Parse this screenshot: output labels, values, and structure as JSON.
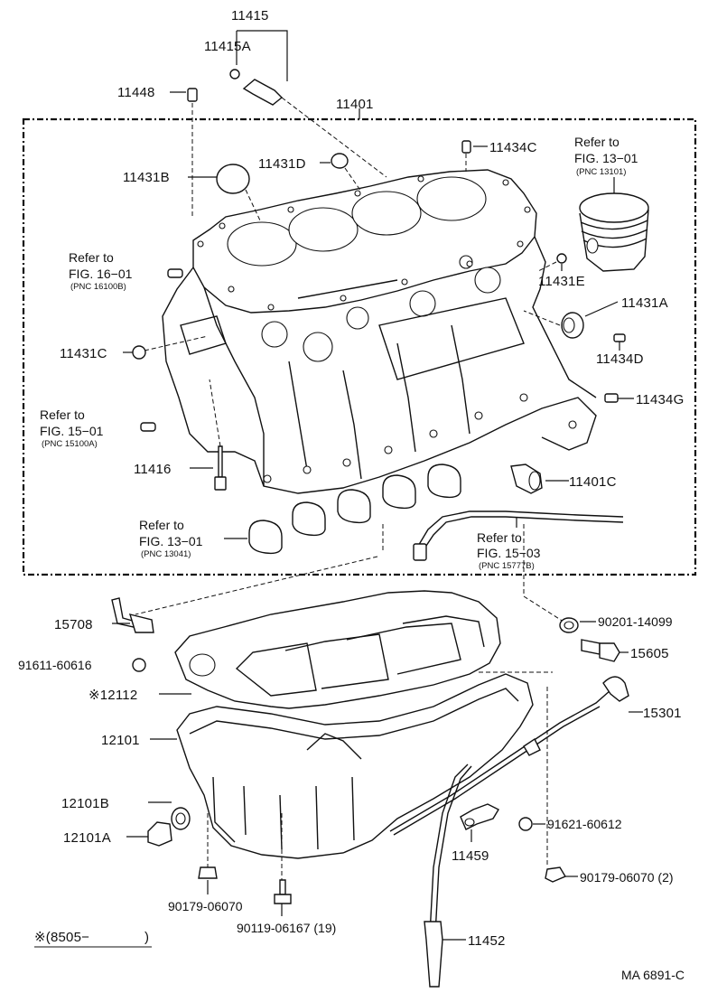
{
  "diagram": {
    "code": "MA 6891-C",
    "footnote": "※(8505−",
    "footnote_close": ")",
    "labels": {
      "p11415": "11415",
      "p11415A": "11415A",
      "p11448": "11448",
      "p11401": "11401",
      "p11431B": "11431B",
      "p11431D": "11431D",
      "p11434C": "11434C",
      "p11431E": "11431E",
      "p11431A": "11431A",
      "p11431C": "11431C",
      "p11434D": "11434D",
      "p11434G": "11434G",
      "p11416": "11416",
      "p11401C": "11401C",
      "p15708": "15708",
      "p91611": "91611-60616",
      "p90201": "90201-14099",
      "p15605": "15605",
      "p12112": "※12112",
      "p15301": "15301",
      "p12101": "12101",
      "p12101B": "12101B",
      "p12101A": "12101A",
      "p91621": "91621-60612",
      "p11459": "11459",
      "p90179a": "90179-06070",
      "p90179b": "90179-06070 (2)",
      "p90119": "90119-06167 (19)",
      "p11452": "11452"
    },
    "refs": {
      "r1301a": {
        "line1": "Refer to",
        "line2": "FIG. 13−01",
        "pnc": "(PNC 13101)"
      },
      "r1601": {
        "line1": "Refer to",
        "line2": "FIG. 16−01",
        "pnc": "(PNC 16100B)"
      },
      "r1501": {
        "line1": "Refer to",
        "line2": "FIG. 15−01",
        "pnc": "(PNC 15100A)"
      },
      "r1301b": {
        "line1": "Refer to",
        "line2": "FIG. 13−01",
        "pnc": "(PNC 13041)"
      },
      "r1503": {
        "line1": "Refer to",
        "line2": "FIG. 15−03",
        "pnc": "(PNC 15777B)"
      }
    }
  }
}
